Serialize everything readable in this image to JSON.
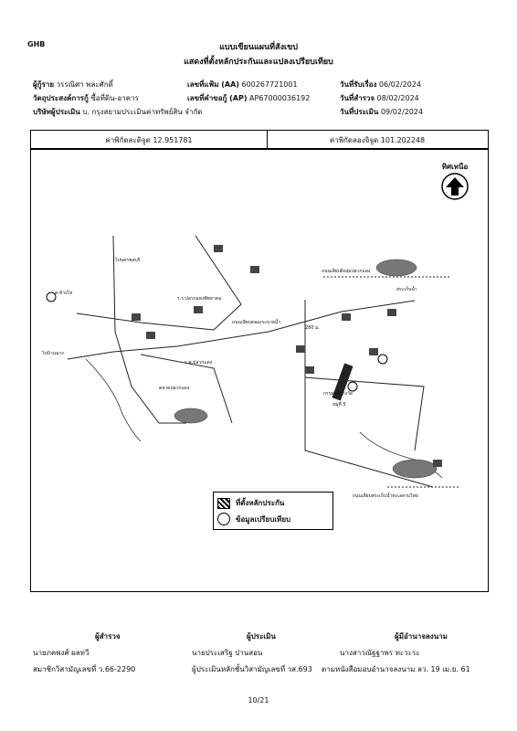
{
  "header": {
    "logo": "GHB",
    "title1": "แบบเขียนแผนที่สังเขป",
    "title2": "แสดงที่ตั้งหลักประกันและแปลงเปรียบเทียบ"
  },
  "info": {
    "borrower_label": "ผู้กู้ราย",
    "borrower_value": "วรรณิศา พละศักดิ์",
    "purpose_label": "วัตถุประสงค์การกู้",
    "purpose_value": "ซื้อที่ดิน-อาคาร",
    "appraiser_co_label": "บริษัทผู้ประเมิน",
    "appraiser_co_value": "บ. กรุงสยามประเมินค่าทรัพย์สิน จำกัด",
    "file_no_label": "เลขที่แฟ้ม (AA)",
    "file_no_value": "600267721001",
    "request_no_label": "เลขที่คำขอกู้ (AP)",
    "request_no_value": "AP67000036192",
    "received_label": "วันที่รับเรื่อง",
    "received_value": "06/02/2024",
    "survey_label": "วันที่สำรวจ",
    "survey_value": "08/02/2024",
    "appraisal_label": "วันที่ประเมิน",
    "appraisal_value": "09/02/2024"
  },
  "coords": {
    "lat": "ค่าพิกัดละติจูด 12.951781",
    "lon": "ค่าพิกัดลองจิจูด 101.202248"
  },
  "map": {
    "north_label": "ทิศเหนือ",
    "labels": {
      "to_chonburi": "ไปนครชลบุรี",
      "to_ban_chang": "ไปบ้านฉาง",
      "wat_fai": "ต.ห้างไห",
      "hospital": "ร.ร.ปลวกแดงพิทยาคม",
      "wat_subject": "ถนนเลียบฝั่งลุ่มปลวกแดง",
      "survey_point": "กรรมวิธีทางวัด",
      "near_sign": "หมู่ที่ 5",
      "school": "ร.พ.ปลวกแดง",
      "market": "ตลาดปลวกแดง",
      "road_name": "ถนนเลียบคลองระบายน้ำ",
      "near_lake": "สระเก็บน้ำ",
      "far_lake": "ถนนเลียบสระเก็บน้ำทะเลสาบไทย"
    },
    "distance": "280 ม."
  },
  "legend": {
    "collateral": "ที่ตั้งหลักประกัน",
    "comparable": "ข้อมูลเปรียบเทียบ"
  },
  "signatures": {
    "surveyor_title": "ผู้สำรวจ",
    "surveyor_name": "นายภคพงศ์ ผลทวี",
    "surveyor_license": "สมาชิกวิสามัญเลขที่ ว.66-2290",
    "appraiser_title": "ผู้ประเมิน",
    "appraiser_name": "นายประเสริฐ ปานสอน",
    "appraiser_license": "ผู้ประเมินหลักชั้นวิสามัญเลขที่ วส.693",
    "authority_title": "ผู้มีอำนาจลงนาม",
    "authority_name": "นางสาวณัฐฐาพร ทะวะระ",
    "authority_ref": "ตามหนังสือมอบอำนาจลงนาม ลว. 19 เม.ย. 61"
  },
  "page_no": "10/21"
}
